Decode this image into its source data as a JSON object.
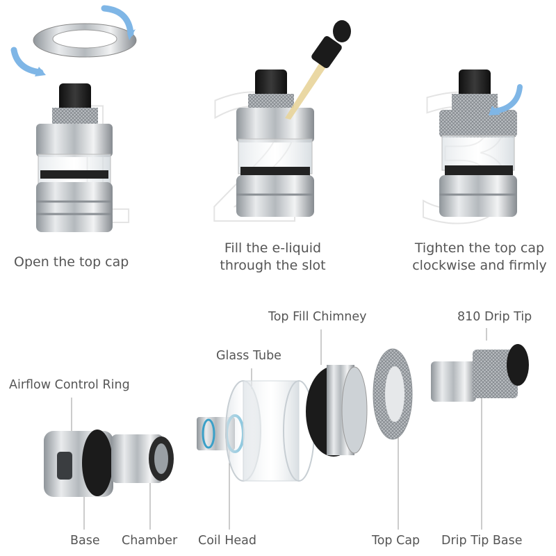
{
  "steps": [
    {
      "number": "1",
      "caption": "Open the top cap"
    },
    {
      "number": "2",
      "caption_line1": "Fill the e-liquid",
      "caption_line2": "through the slot"
    },
    {
      "number": "3",
      "caption_line1": "Tighten the top cap",
      "caption_line2": "clockwise and firmly"
    }
  ],
  "parts": {
    "airflow_control_ring": "Airflow Control Ring",
    "glass_tube": "Glass Tube",
    "top_fill_chimney": "Top Fill Chimney",
    "drip_tip_810": "810 Drip Tip",
    "base": "Base",
    "chamber": "Chamber",
    "coil_head": "Coil Head",
    "top_cap": "Top Cap",
    "drip_tip_base": "Drip Tip Base"
  },
  "colors": {
    "metal": "#c9ccd0",
    "metal_dark": "#8d9296",
    "black": "#1b1b1b",
    "arrow_blue": "#7fb6e6",
    "accent_blue": "#3aa0c8"
  }
}
